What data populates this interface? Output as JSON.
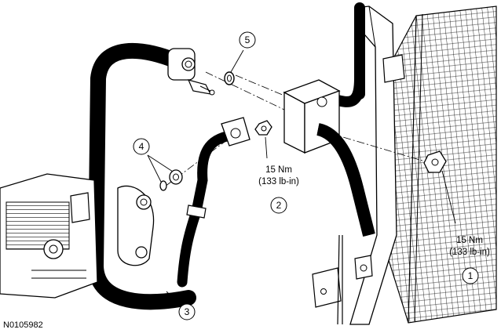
{
  "figure_id": "N0105982",
  "callouts": [
    {
      "id": "c1",
      "number": "1"
    },
    {
      "id": "c2",
      "number": "2"
    },
    {
      "id": "c3",
      "number": "3"
    },
    {
      "id": "c4",
      "number": "4"
    },
    {
      "id": "c5",
      "number": "5"
    }
  ],
  "torques": {
    "condenser_fitting": {
      "nm": "15 Nm",
      "lbin": "(133 lb-in)"
    },
    "liquid_line_nut": {
      "nm": "15 Nm",
      "lbin": "(133 lb-in)"
    }
  }
}
